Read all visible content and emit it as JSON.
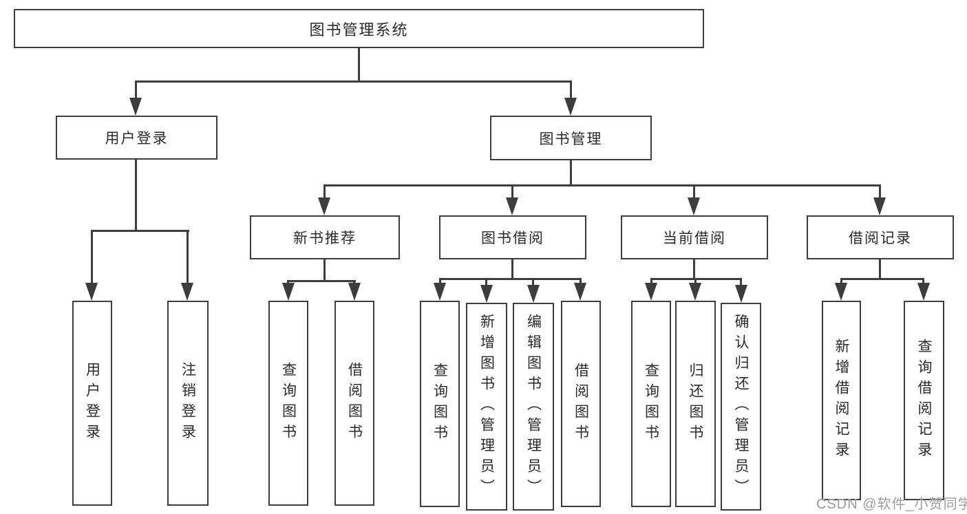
{
  "colors": {
    "line": "#3d3d3d",
    "box_border": "#3d3d3d",
    "text": "#2a2a2a",
    "background": "#ffffff",
    "watermark": "#9c9c9c"
  },
  "nodes": {
    "root": "图书管理系统",
    "user_login": "用户登录",
    "book_mgmt": "图书管理",
    "new_books": "新书推荐",
    "book_borrow": "图书借阅",
    "current_borrow": "当前借阅",
    "borrow_records": "借阅记录",
    "leaf_user_login": "用户登录",
    "leaf_logout": "注销登录",
    "leaf_nb_query_books": "查询图书",
    "leaf_nb_borrow_books": "借阅图书",
    "leaf_bb_query_books": "查询图书",
    "leaf_bb_add_books": "新增图书（管理员）",
    "leaf_bb_edit_books": "编辑图书（管理员）",
    "leaf_bb_borrow_books": "借阅图书",
    "leaf_cb_query_books": "查询图书",
    "leaf_cb_return_books": "归还图书",
    "leaf_cb_confirm_return": "确认归还（管理员）",
    "leaf_br_add_record": "新增借阅记录",
    "leaf_br_query_record": "查询借阅记录"
  },
  "hierarchy": {
    "图书管理系统": [
      "用户登录",
      "图书管理"
    ],
    "用户登录": [
      "用户登录",
      "注销登录"
    ],
    "图书管理": [
      "新书推荐",
      "图书借阅",
      "当前借阅",
      "借阅记录"
    ],
    "新书推荐": [
      "查询图书",
      "借阅图书"
    ],
    "图书借阅": [
      "查询图书",
      "新增图书（管理员）",
      "编辑图书（管理员）",
      "借阅图书"
    ],
    "当前借阅": [
      "查询图书",
      "归还图书",
      "确认归还（管理员）"
    ],
    "借阅记录": [
      "新增借阅记录",
      "查询借阅记录"
    ]
  },
  "watermark": "CSDN @软件_小贺同学"
}
